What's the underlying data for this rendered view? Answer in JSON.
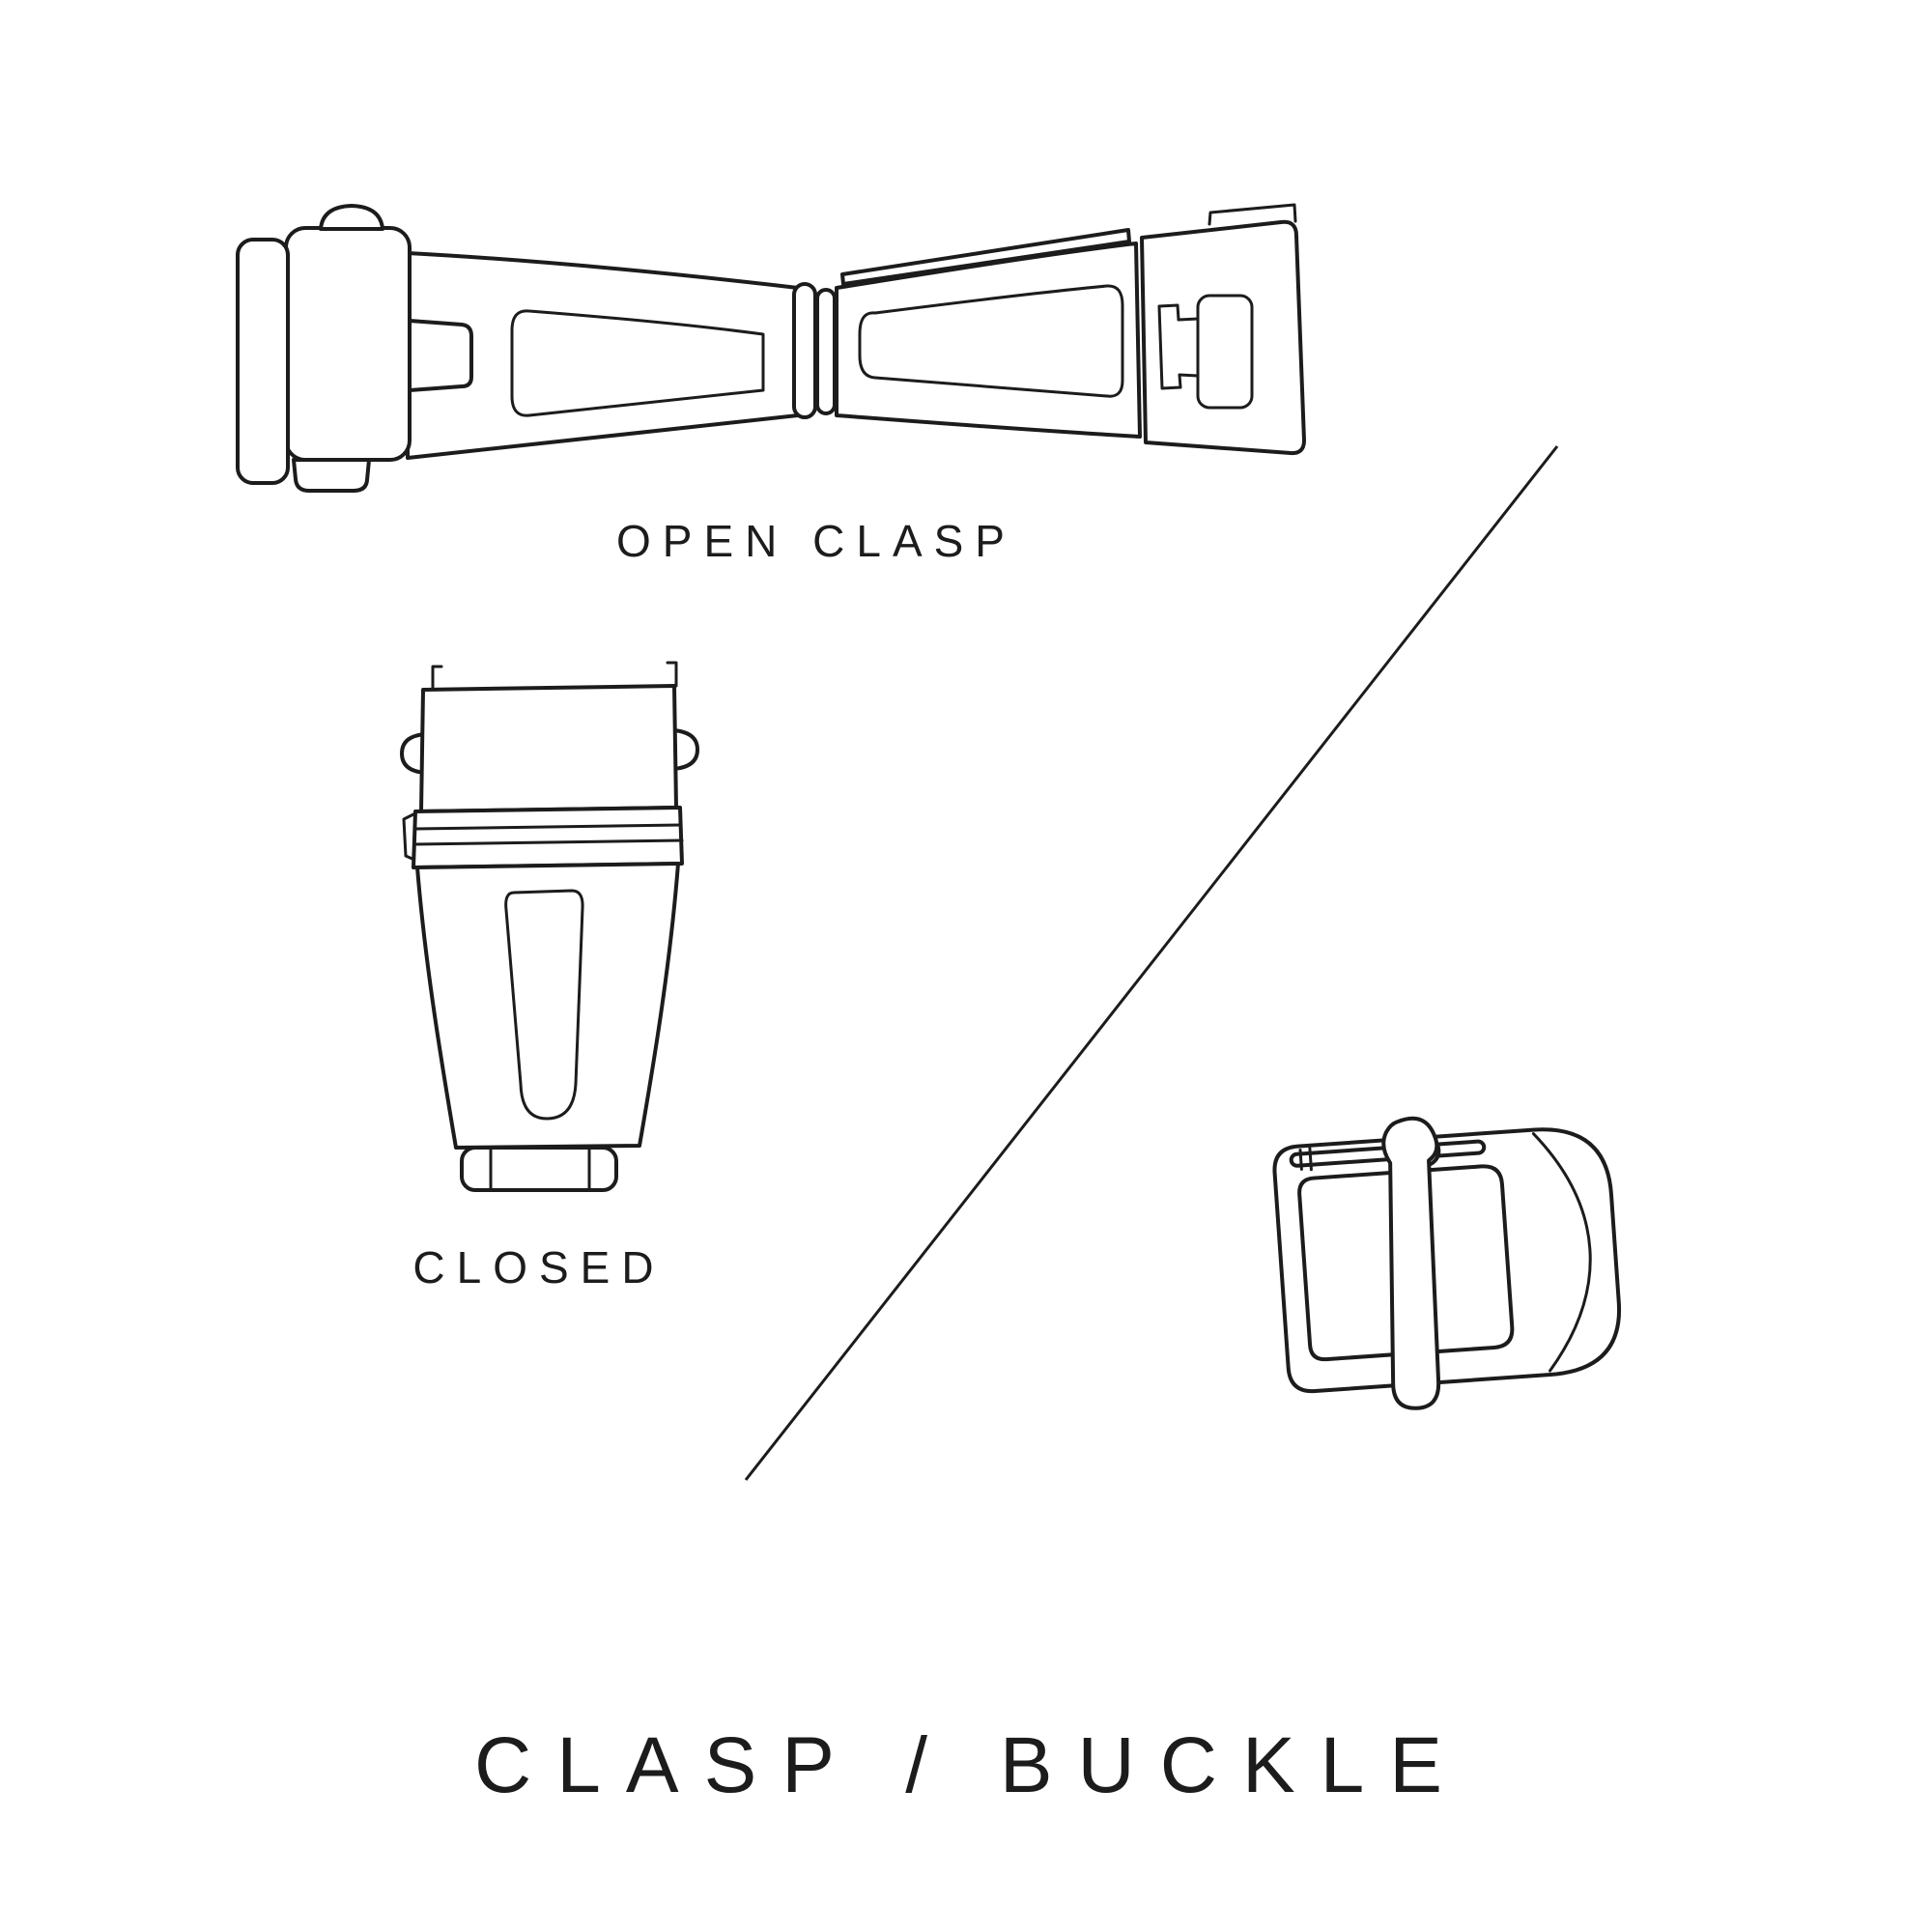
{
  "canvas": {
    "background_color": "#ffffff",
    "line_color": "#1c1c1c"
  },
  "figures": {
    "open_clasp": {
      "label": "OPEN CLASP"
    },
    "closed_clasp": {
      "label": "CLOSED"
    },
    "buckle": {
      "label": ""
    }
  },
  "title": "CLASP / BUCKLE"
}
